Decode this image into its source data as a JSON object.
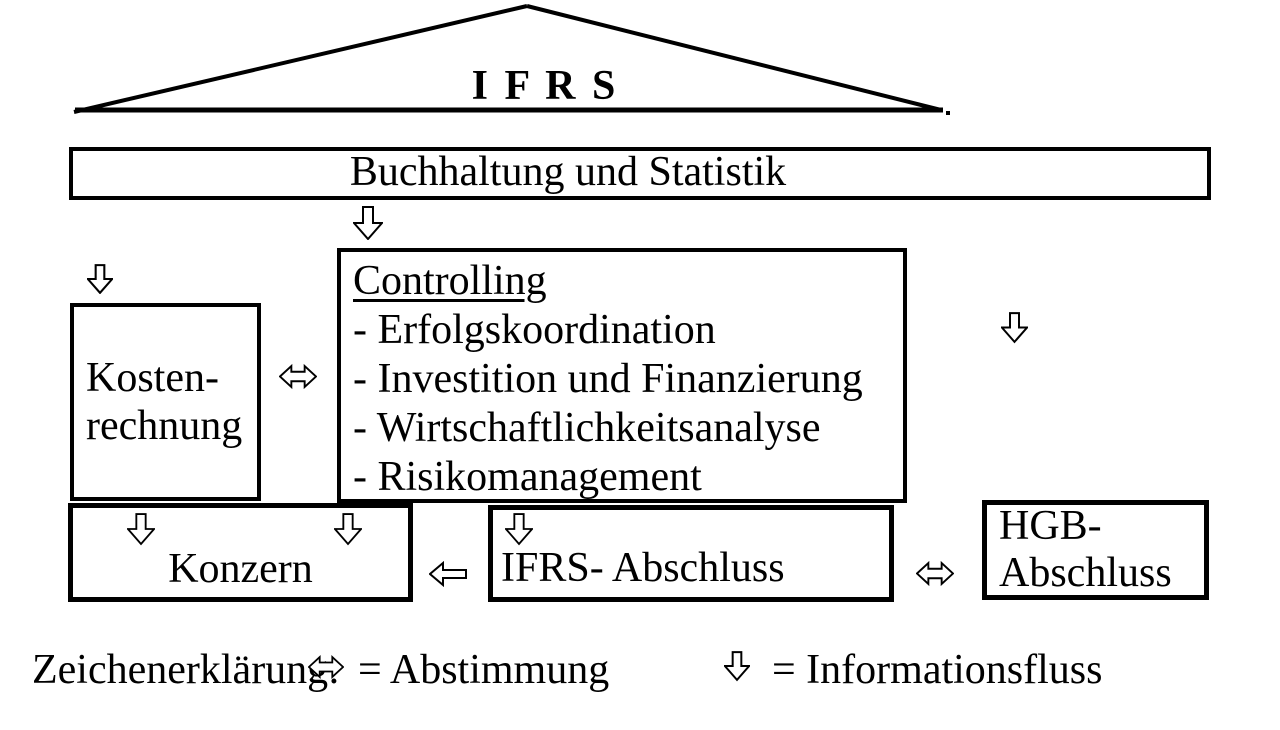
{
  "page": {
    "background": "#ffffff",
    "line_color": "#000000"
  },
  "diagram": {
    "roof": {
      "label": "I F R S"
    },
    "top_box": {
      "label": "Buchhaltung und Statistik"
    },
    "kosten_box": {
      "line1": "Kosten-",
      "line2": "rechnung"
    },
    "controlling_box": {
      "title": "Controlling",
      "items": [
        "- Erfolgskoordination",
        "- Investition und Finanzierung",
        "- Wirtschaftlichkeitsanalyse",
        "- Risikomanagement"
      ]
    },
    "konzern_box": {
      "label": "Konzern"
    },
    "ifrs_box": {
      "label": "IFRS- Abschluss"
    },
    "hgb_box": {
      "line1": "HGB-",
      "line2": "Abschluss"
    },
    "legend": {
      "label": "Zeichenerklärung:",
      "abstimmung": "= Abstimmung",
      "informationsfluss": "= Informationsfluss"
    },
    "icons": {
      "down_arrow": "informationsfluss-arrow",
      "left_right_arrow": "abstimmung-arrow",
      "left_arrow": "abstimmung-left-arrow"
    }
  }
}
